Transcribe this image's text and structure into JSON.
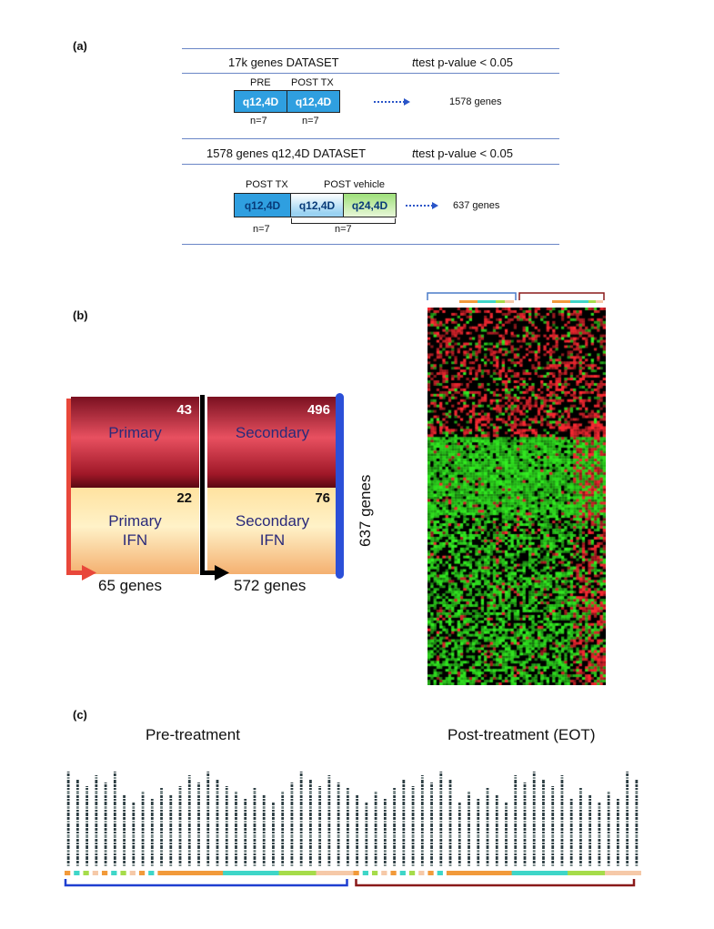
{
  "panel_a": {
    "label": "(a)",
    "row1_dataset": "17k genes DATASET",
    "row1_test_italic": "t",
    "row1_test": "test p-value < 0.05",
    "pre_label": "PRE",
    "post_tx_label": "POST TX",
    "box_q12_1": "q12,4D",
    "box_q12_2": "q12,4D",
    "n1": "n=7",
    "n2": "n=7",
    "result1": "1578 genes",
    "row2_dataset": "1578 genes q12,4D DATASET",
    "row2_test_italic": "t",
    "row2_test": "test p-value < 0.05",
    "post_tx_label2": "POST TX",
    "post_vehicle_label": "POST vehicle",
    "box_q12_3": "q12,4D",
    "box_q12_4": "q12,4D",
    "box_q24": "q24,4D",
    "n3": "n=7",
    "n4": "n=7",
    "result2": "637 genes"
  },
  "panel_b": {
    "label": "(b)",
    "primary_label": "Primary",
    "primary_count": "43",
    "primary_ifn_label_1": "Primary",
    "primary_ifn_label_2": "IFN",
    "primary_ifn_count": "22",
    "secondary_label": "Secondary",
    "secondary_count": "496",
    "secondary_ifn_label_1": "Secondary",
    "secondary_ifn_label_2": "IFN",
    "secondary_ifn_count": "76",
    "genes_left": "65 genes",
    "genes_mid": "572 genes",
    "genes_total": "637 genes",
    "colors": {
      "red_arrow": "#e8473a",
      "black_arrow": "#000000",
      "blue_bar": "#2b4fd8",
      "heatmap_green": "#33ee22",
      "heatmap_red": "#ff2a33"
    }
  },
  "panel_c": {
    "label": "(c)",
    "pre_title": "Pre-treatment",
    "post_title": "Post-treatment (EOT)",
    "pre_bracket_color": "#1f3fd0",
    "post_bracket_color": "#8a1a1a"
  }
}
